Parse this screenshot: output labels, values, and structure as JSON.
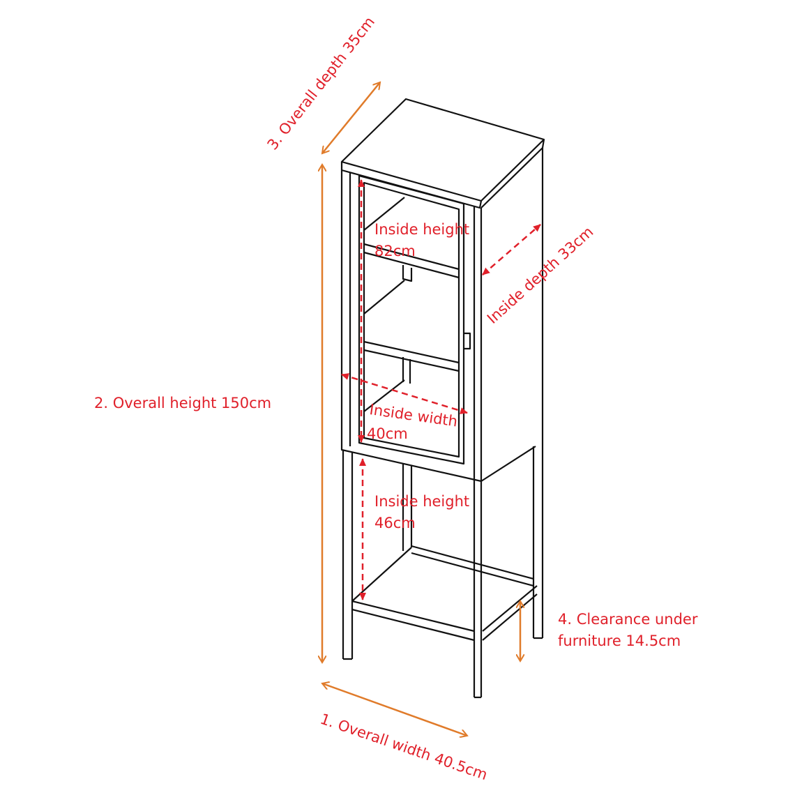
{
  "colors": {
    "overall": "#e07b2a",
    "inside": "#e0202a",
    "line": "#111111"
  },
  "labels": {
    "overall_depth": "3. Overall depth 35cm",
    "overall_height": "2.  Overall height 150cm",
    "overall_width": "1.  Overall width 40.5cm",
    "clearance_line1": "4. Clearance under",
    "clearance_line2": "furniture 14.5cm",
    "inside_height_top_line1": "Inside height",
    "inside_height_top_line2": "82cm",
    "inside_depth": "Inside depth 33cm",
    "inside_width_line1": "Inside width",
    "inside_width_line2": "40cm",
    "inside_height_bottom_line1": "Inside height",
    "inside_height_bottom_line2": "46cm"
  }
}
